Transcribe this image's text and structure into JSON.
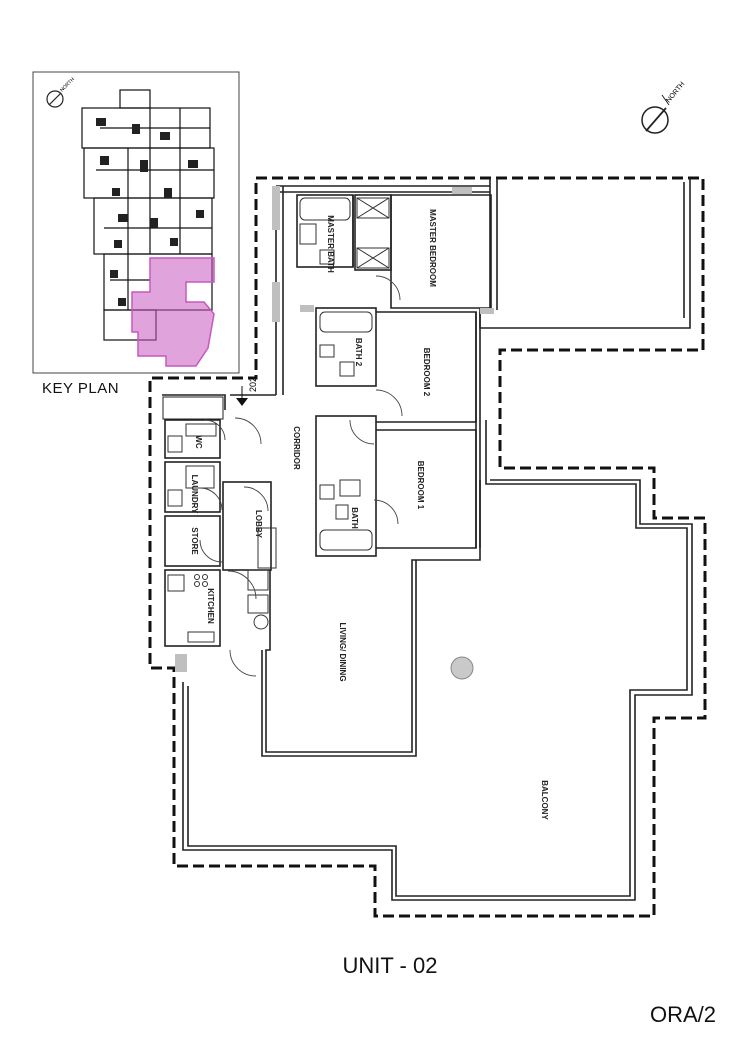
{
  "key_plan": {
    "label": "KEY PLAN",
    "north_text": "NORTH",
    "highlight_color": "#c757c0"
  },
  "north_text": "NORTH",
  "entry_number": "202",
  "rooms": {
    "master_bath": "MASTER BATH",
    "master_bedroom": "MASTER BEDROOM",
    "bath2": "BATH 2",
    "bedroom2": "BEDROOM 2",
    "corridor": "CORRIDOR",
    "bedroom1": "BEDROOM 1",
    "bath": "BATH",
    "wc": "WC",
    "laundry": "LAUNDRY",
    "lobby": "LOBBY",
    "store": "STORE",
    "kitchen": "KITCHEN",
    "living_dining": "LIVING/ DINING",
    "balcony": "BALCONY"
  },
  "unit_title": "UNIT - 02",
  "drawing_code": "ORA/2"
}
